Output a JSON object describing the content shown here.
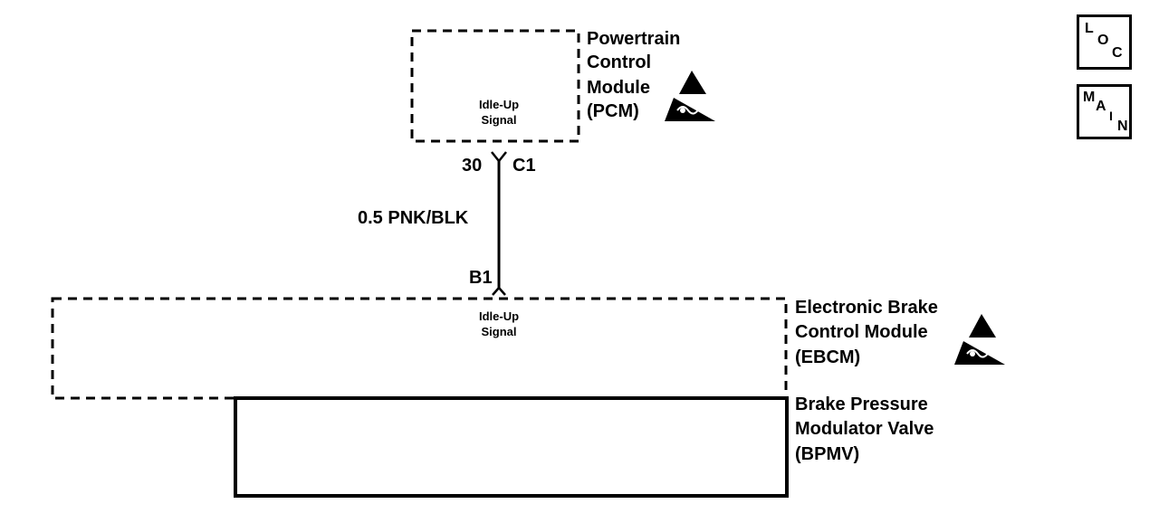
{
  "pcm": {
    "name_line1": "Powertrain",
    "name_line2": "Control",
    "name_line3": "Module",
    "name_line4": "(PCM)",
    "pin_label_line1": "Idle-Up",
    "pin_label_line2": "Signal",
    "pin_number": "30",
    "connector": "C1"
  },
  "wire": {
    "label": "0.5 PNK/BLK"
  },
  "ebcm": {
    "name_line1": "Electronic Brake",
    "name_line2": "Control Module",
    "name_line3": "(EBCM)",
    "pin_label_line1": "Idle-Up",
    "pin_label_line2": "Signal",
    "terminal": "B1"
  },
  "bpmv": {
    "name_line1": "Brake Pressure",
    "name_line2": "Modulator Valve",
    "name_line3": "(BPMV)"
  },
  "nav": {
    "loc": [
      "L",
      "O",
      "C"
    ],
    "main": [
      "M",
      "A",
      "I",
      "N"
    ]
  },
  "icons": {
    "pcm_esd": "esd-warning-icon",
    "ebcm_esd": "esd-warning-icon"
  }
}
